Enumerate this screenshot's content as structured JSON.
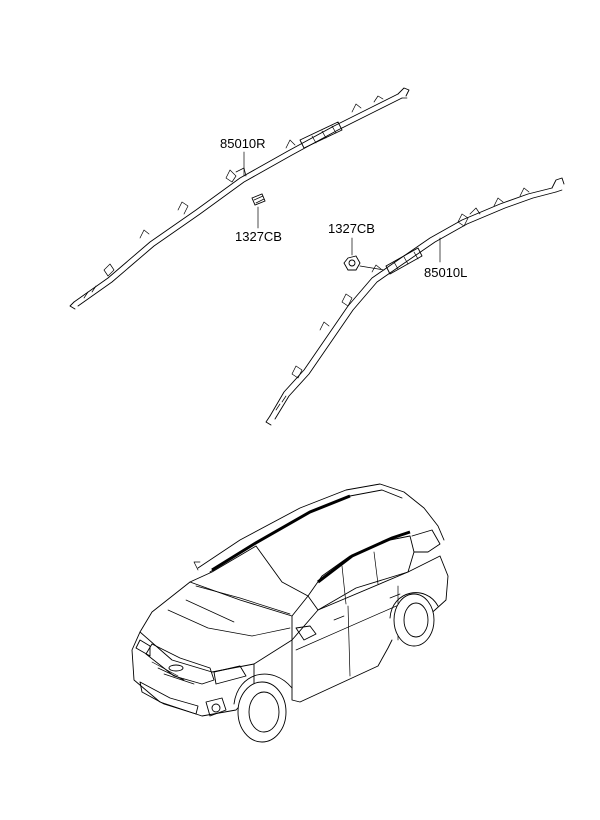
{
  "diagram": {
    "callouts": {
      "right_airbag": "85010R",
      "right_clip": "1327CB",
      "left_clip": "1327CB",
      "left_airbag": "85010L"
    }
  }
}
